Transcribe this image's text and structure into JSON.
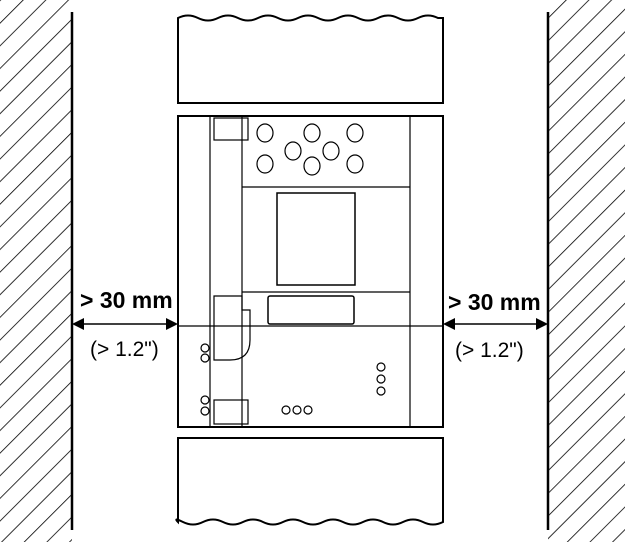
{
  "diagram": {
    "left_clearance": {
      "primary": "> 30 mm",
      "secondary": "(> 1.2\")"
    },
    "right_clearance": {
      "primary": "> 30 mm",
      "secondary": "(> 1.2\")"
    }
  },
  "colors": {
    "line": "#000000",
    "background": "#ffffff"
  }
}
